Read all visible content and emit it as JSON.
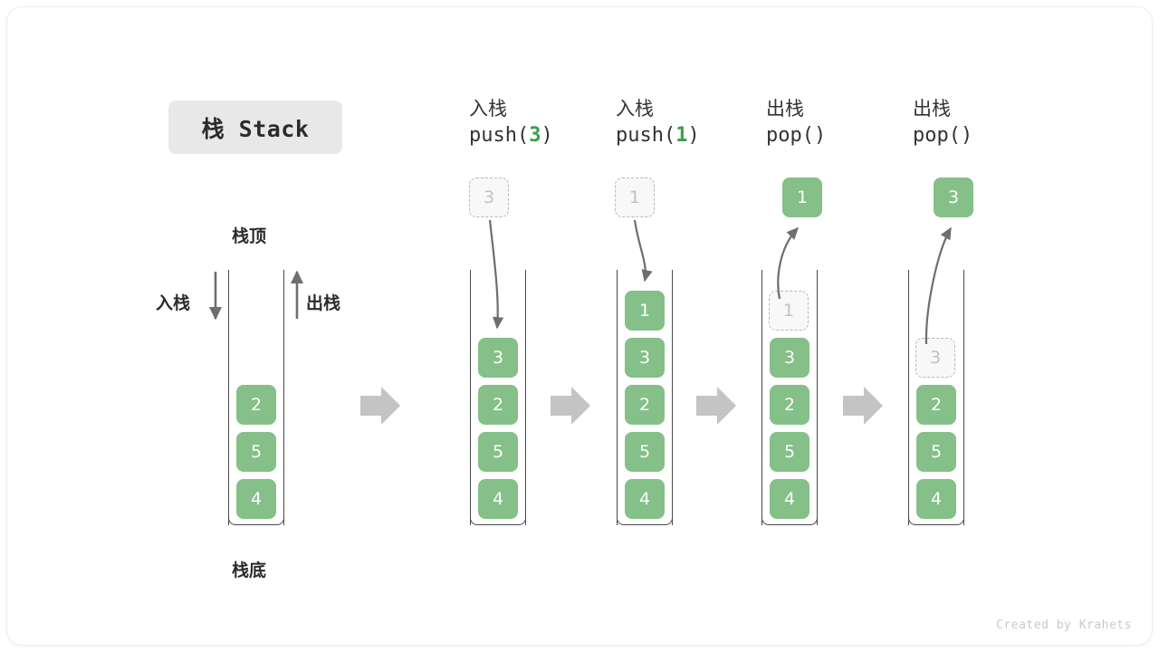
{
  "title_badge": {
    "text": "栈 Stack"
  },
  "watermark": {
    "text": "Created by Krahets"
  },
  "legend": {
    "top_label": "栈顶",
    "bottom_label": "栈底",
    "push_label": "入栈",
    "pop_label": "出栈"
  },
  "colors": {
    "cell_fill": "#84c088",
    "cell_text": "#ffffff",
    "ghost_fill": "#f8f8f8",
    "ghost_border": "#b8b8b8",
    "ghost_text": "#c2c2c2",
    "accent_green": "#3a9e4a",
    "arrow_gray": "#6e6e6e",
    "block_arrow_gray": "#c4c4c4",
    "badge_bg": "#e8e8e8",
    "rail": "#4a4a4a"
  },
  "columns": [
    {
      "id": "initial",
      "header_cn": "",
      "header_code": "",
      "code_arg": "",
      "stack": [
        "2",
        "5",
        "4"
      ],
      "ghost_in_stack": null,
      "float_ghost": null,
      "float_cell": null
    },
    {
      "id": "push-3",
      "header_cn": "入栈",
      "header_code_pre": "push(",
      "code_arg": "3",
      "header_code_post": ")",
      "stack": [
        "3",
        "2",
        "5",
        "4"
      ],
      "ghost_in_stack": null,
      "float_ghost": "3",
      "float_cell": null
    },
    {
      "id": "push-1",
      "header_cn": "入栈",
      "header_code_pre": "push(",
      "code_arg": "1",
      "header_code_post": ")",
      "stack": [
        "1",
        "3",
        "2",
        "5",
        "4"
      ],
      "ghost_in_stack": null,
      "float_ghost": "1",
      "float_cell": null
    },
    {
      "id": "pop-1",
      "header_cn": "出栈",
      "header_code_pre": "pop(",
      "code_arg": "",
      "header_code_post": ")",
      "stack": [
        "3",
        "2",
        "5",
        "4"
      ],
      "ghost_in_stack": "1",
      "float_ghost": null,
      "float_cell": "1"
    },
    {
      "id": "pop-2",
      "header_cn": "出栈",
      "header_code_pre": "pop(",
      "code_arg": "",
      "header_code_post": ")",
      "stack": [
        "2",
        "5",
        "4"
      ],
      "ghost_in_stack": "3",
      "float_ghost": null,
      "float_cell": "3"
    }
  ],
  "separators": [
    {
      "name": "separator-arrow-1"
    },
    {
      "name": "separator-arrow-2"
    },
    {
      "name": "separator-arrow-3"
    },
    {
      "name": "separator-arrow-4"
    }
  ]
}
